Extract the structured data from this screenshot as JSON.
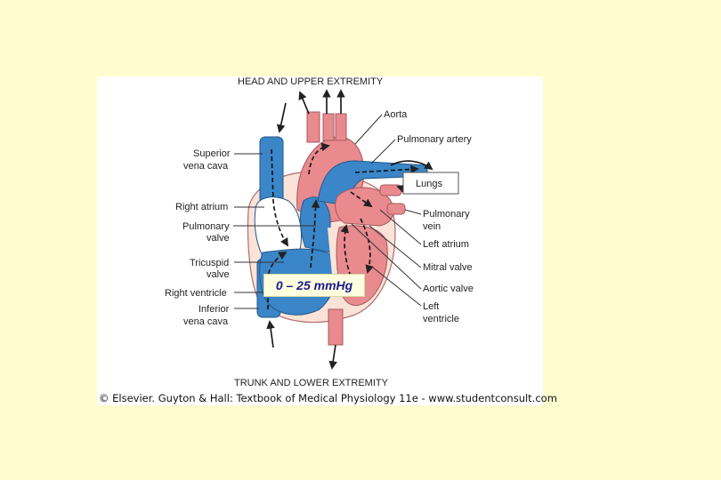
{
  "diagram": {
    "top_label": "HEAD AND UPPER EXTREMITY",
    "bottom_label": "TRUNK AND LOWER EXTREMITY",
    "labels": {
      "superior_vena_cava": [
        "Superior",
        "vena cava"
      ],
      "right_atrium": "Right atrium",
      "pulmonary_valve": [
        "Pulmonary",
        "valve"
      ],
      "tricuspid_valve": [
        "Tricuspid",
        "valve"
      ],
      "right_ventricle": "Right ventricle",
      "inferior_vena_cava": [
        "Inferior",
        "vena cava"
      ],
      "aorta": "Aorta",
      "pulmonary_artery": "Pulmonary artery",
      "lungs": "Lungs",
      "pulmonary_vein": [
        "Pulmonary",
        "vein"
      ],
      "left_atrium": "Left atrium",
      "mitral_valve": "Mitral valve",
      "aortic_valve": "Aortic valve",
      "left_ventricle": [
        "Left",
        "ventricle"
      ]
    },
    "colors": {
      "deoxygenated": "#3a86c8",
      "oxygenated": "#e88a8e",
      "tissue": "#fbe3d8"
    }
  },
  "pressure_annotation": "0 – 25 mmHg",
  "credit": "© Elsevier. Guyton & Hall: Textbook of Medical Physiology 11e - www.studentconsult.com"
}
